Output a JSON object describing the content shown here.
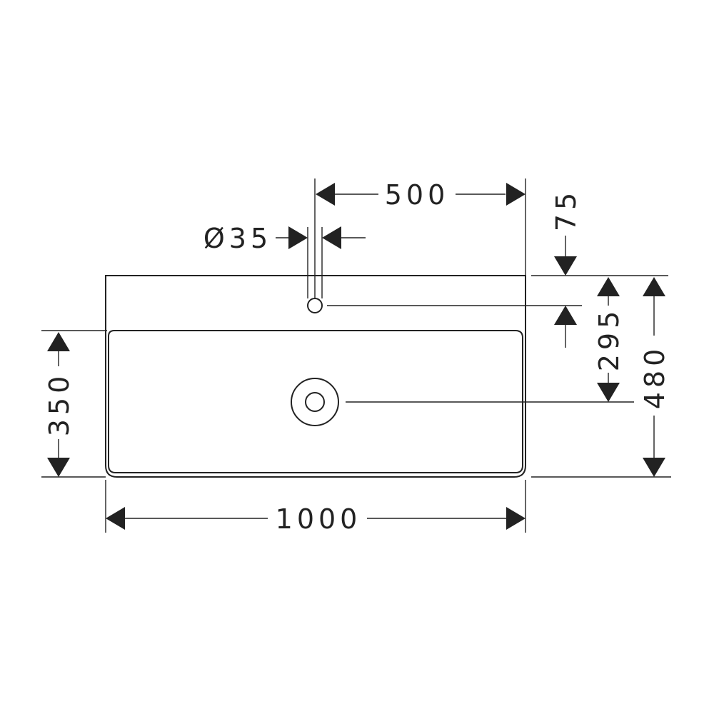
{
  "dimensions": {
    "width_top": "500",
    "tap_hole_diameter": "Ø35",
    "tap_hole_offset": "75",
    "overall_width": "1000",
    "bowl_depth": "350",
    "drain_offset": "295",
    "overall_depth": "480"
  },
  "colors": {
    "line": "#222222",
    "background": "#ffffff"
  }
}
